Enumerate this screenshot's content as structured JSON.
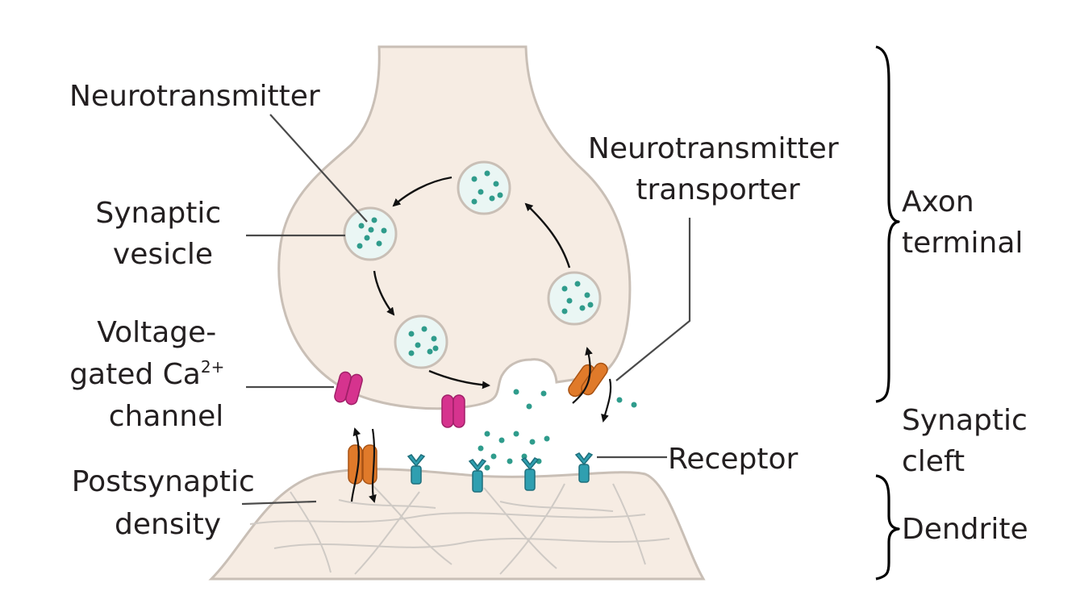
{
  "labels": {
    "neurotransmitter": "Neurotransmitter",
    "synaptic_vesicle": [
      "Synaptic",
      "vesicle"
    ],
    "voltage_gated": [
      "Voltage-",
      "gated Ca",
      "channel"
    ],
    "ca_superscript": "2+",
    "postsynaptic_density": [
      "Postsynaptic",
      "density"
    ],
    "transporter": [
      "Neurotransmitter",
      "transporter"
    ],
    "receptor": "Receptor",
    "axon_terminal": [
      "Axon",
      "terminal"
    ],
    "synaptic_cleft": [
      "Synaptic",
      "cleft"
    ],
    "dendrite": "Dendrite"
  },
  "colors": {
    "cell_fill": "#f6ece3",
    "cell_outline": "#c9bfb6",
    "vesicle_fill": "#eaf6f4",
    "neurotransmitter_dot": "#2f9c8c",
    "ca_channel": "#d6338e",
    "transporter": "#e07a2a",
    "receptor": "#2f9fb0",
    "filament": "#cfcac5"
  }
}
